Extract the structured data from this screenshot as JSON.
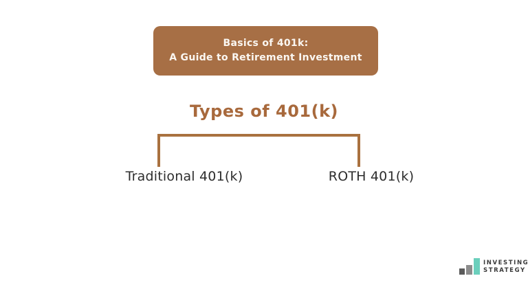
{
  "page": {
    "background_color": "#FFFFFF"
  },
  "banner": {
    "line1": "Basics of 401k:",
    "line2": "A Guide to Retirement Investment",
    "bg_color": "#A76F45",
    "text_color": "#FBF7F2"
  },
  "diagram": {
    "title": "Types of 401(k)",
    "title_color": "#A8693C",
    "bracket_color": "#A9713F",
    "node_text_color": "#2D2D2D",
    "nodes": [
      {
        "label": "Traditional 401(k)"
      },
      {
        "label": "ROTH 401(k)"
      }
    ]
  },
  "logo": {
    "line1": "INVESTING",
    "line2": "STRATEGY",
    "icon": "bar-chart-icon",
    "bar_colors": [
      "#5B5B5B",
      "#8C8C8C",
      "#6BCFBC"
    ],
    "text_color": "#3A3A3A"
  }
}
